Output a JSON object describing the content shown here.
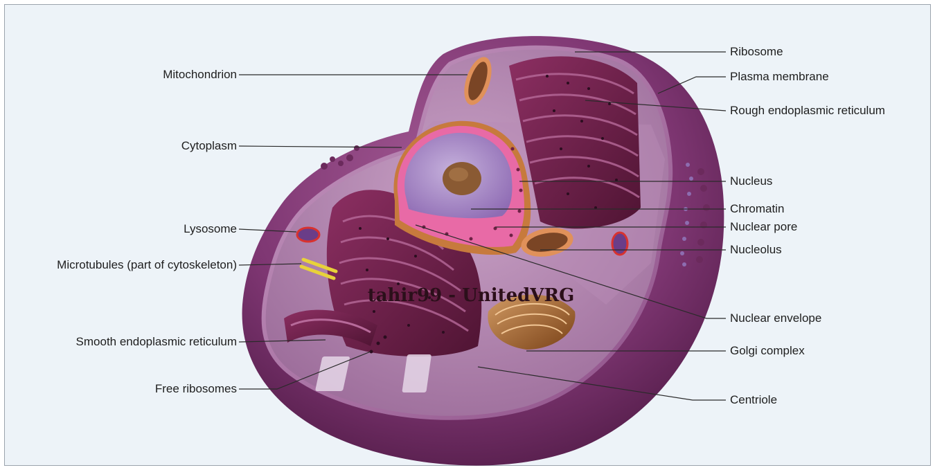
{
  "labels": {
    "left": [
      "Mitochondrion",
      "Cytoplasm",
      "Lysosome",
      "Microtubules (part of cytoskeleton)",
      "Smooth endoplasmic reticulum",
      "Free ribosomes"
    ],
    "right": [
      "Ribosome",
      "Plasma membrane",
      "Rough endoplasmic reticulum",
      "Nucleus",
      "Chromatin",
      "Nuclear pore",
      "Nucleolus",
      "Nuclear envelope",
      "Golgi complex",
      "Centriole"
    ]
  },
  "watermark": "tahir99 - UnitedVRG",
  "colors": {
    "background": "#edf3f8",
    "cell_outer": "#6b2a5c",
    "cytoplasm": "#b889b3",
    "nucleus_envelope": "#e86aa6",
    "chromatin": "#a686c4",
    "er": "#6a1f45",
    "golgi": "#a0652f",
    "lysosome_ring": "#d8322f"
  }
}
